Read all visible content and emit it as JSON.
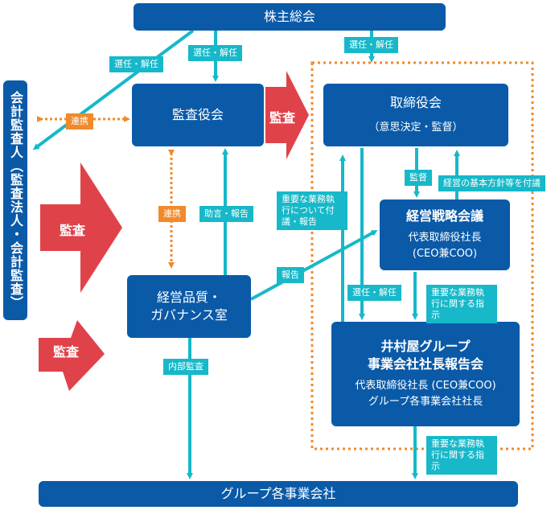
{
  "boxes": {
    "shareholders": "株主総会",
    "auditor": "会計監査人（監査法人・会計監査）",
    "audit_board": "監査役会",
    "board_title": "取締役会",
    "board_sub": "（意思決定・監督）",
    "strategy_title": "経営戦略会議",
    "strategy_sub1": "代表取締役社長",
    "strategy_sub2": "(CEO兼COO)",
    "quality_title1": "経営品質・",
    "quality_title2": "ガバナンス室",
    "group_report_title1": "井村屋グループ",
    "group_report_title2": "事業会社社長報告会",
    "group_report_sub1": "代表取締役社長 (CEO兼COO)",
    "group_report_sub2": "グループ各事業会社社長",
    "group_companies": "グループ各事業会社"
  },
  "labels": {
    "elect_dismiss_1": "選任・解任",
    "elect_dismiss_2": "選任・解任",
    "elect_dismiss_3": "選任・解任",
    "elect_dismiss_4": "選任・解任",
    "cooperation_1": "連携",
    "cooperation_2": "連携",
    "advice_report": "助言・報告",
    "report": "報告",
    "internal_audit": "内部監査",
    "supervision": "監督",
    "policy": "経営の基本方針等を付議",
    "important_business_1": "重要な業務執行について付議・報告",
    "important_business_2": "重要な業務執行に関する指示",
    "important_business_3": "重要な業務執行に関する指示"
  },
  "red_arrows": {
    "audit_1": "監査",
    "audit_2": "監査",
    "audit_3": "監査"
  },
  "colors": {
    "box_blue": "#0a5aa8",
    "arrow_teal": "#16b8c9",
    "orange": "#f08a2b",
    "red": "#e0424a"
  }
}
